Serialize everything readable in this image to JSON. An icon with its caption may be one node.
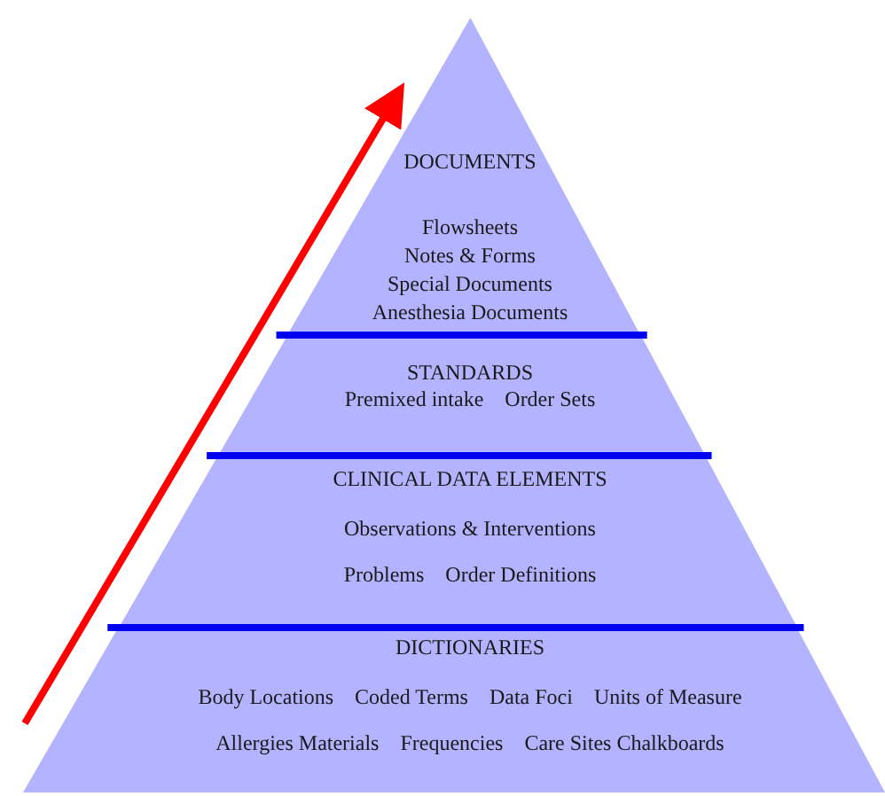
{
  "diagram": {
    "nodes": [
      {
        "text": [
          "DOCUMENTS",
          "Flowsheets",
          "Notes & Forms",
          "Special Documents",
          "Anesthesia Documents"
        ]
      },
      {
        "text": [
          "STANDARDS",
          "Premixed intake",
          "Order Sets"
        ]
      },
      {
        "text": [
          "CLINICAL DATA ELEMENTS",
          "Observations & Interventions",
          "Problems",
          "Order Definitions"
        ]
      },
      {
        "text": [
          "DICTIONARIES",
          "Body Locations",
          "Coded Terms",
          "Data Foci",
          "Units of Measure",
          "Allergies Materials",
          "Frequencies",
          "Care Sites Chalkboards"
        ]
      }
    ]
  }
}
